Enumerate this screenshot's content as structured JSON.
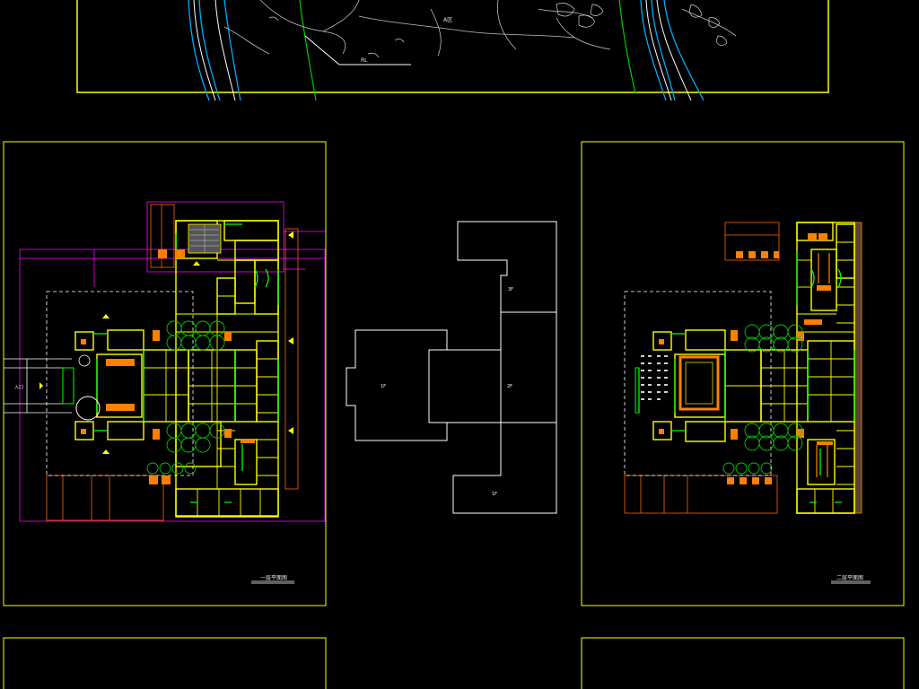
{
  "drawing": {
    "site_plan": {
      "road_label": "RL",
      "area_label": "A区"
    },
    "plan_left": {
      "title": "一层平面图",
      "side_label": "入口"
    },
    "massing": {
      "block_top_label": "3F",
      "block_left_label": "1F",
      "block_center_label": "2F",
      "block_bottom_label": "1F"
    },
    "plan_right": {
      "title": "二层平面图"
    }
  },
  "colors": {
    "frame": "#ffff00",
    "wall": "#ffff00",
    "window": "#00ff00",
    "column": "#ff8000",
    "grid": "#ff00ff",
    "dim": "#ff6600",
    "water": "#00aaff",
    "contour": "#00cc00",
    "line": "#ffffff"
  }
}
